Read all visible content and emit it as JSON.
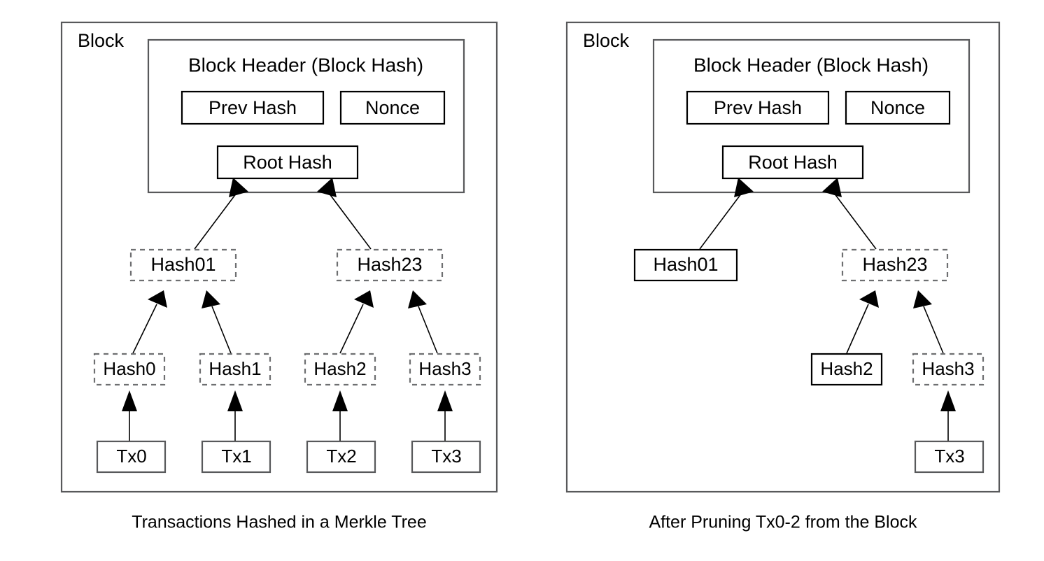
{
  "figure": {
    "title": "Merkle Tree Block Pruning Diagram",
    "background_color": "#ffffff",
    "line_color": "#000000",
    "frame_color": "#58595b",
    "dashed_color": "#6e6f71"
  },
  "panels": [
    {
      "id": "left",
      "frame_label": "Block",
      "caption": "Transactions Hashed in a Merkle Tree",
      "header": {
        "title": "Block Header (Block Hash)",
        "fields": [
          {
            "label": "Prev Hash",
            "style": "solid"
          },
          {
            "label": "Nonce",
            "style": "solid"
          }
        ],
        "root": {
          "label": "Root Hash",
          "style": "solid"
        }
      },
      "hash_level_1": [
        {
          "label": "Hash01",
          "style": "dashed"
        },
        {
          "label": "Hash23",
          "style": "dashed"
        }
      ],
      "hash_level_0": [
        {
          "label": "Hash0",
          "style": "dashed"
        },
        {
          "label": "Hash1",
          "style": "dashed"
        },
        {
          "label": "Hash2",
          "style": "dashed"
        },
        {
          "label": "Hash3",
          "style": "dashed"
        }
      ],
      "transactions": [
        {
          "label": "Tx0",
          "style": "solid"
        },
        {
          "label": "Tx1",
          "style": "solid"
        },
        {
          "label": "Tx2",
          "style": "solid"
        },
        {
          "label": "Tx3",
          "style": "solid"
        }
      ]
    },
    {
      "id": "right",
      "frame_label": "Block",
      "caption": "After Pruning Tx0-2 from the Block",
      "header": {
        "title": "Block Header (Block Hash)",
        "fields": [
          {
            "label": "Prev Hash",
            "style": "solid"
          },
          {
            "label": "Nonce",
            "style": "solid"
          }
        ],
        "root": {
          "label": "Root Hash",
          "style": "solid"
        }
      },
      "hash_level_1": [
        {
          "label": "Hash01",
          "style": "solid"
        },
        {
          "label": "Hash23",
          "style": "dashed"
        }
      ],
      "hash_level_0": [
        {
          "label": "Hash2",
          "style": "solid"
        },
        {
          "label": "Hash3",
          "style": "dashed"
        }
      ],
      "transactions": [
        {
          "label": "Tx3",
          "style": "solid"
        }
      ]
    }
  ]
}
